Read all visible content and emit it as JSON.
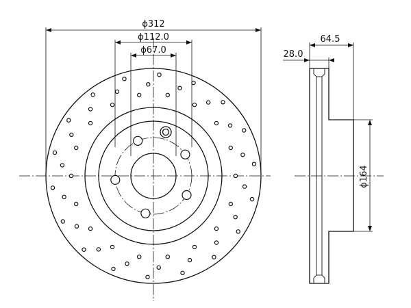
{
  "front_view": {
    "outer_diameter_label": "ϕ312",
    "bolt_circle_label": "ϕ112.0",
    "center_bore_label": "ϕ67.0"
  },
  "side_view": {
    "total_height_label": "64.5",
    "thickness_label": "28.0",
    "hat_diameter_label": "ϕ164"
  },
  "colors": {
    "line": "#111111",
    "background": "#ffffff"
  }
}
